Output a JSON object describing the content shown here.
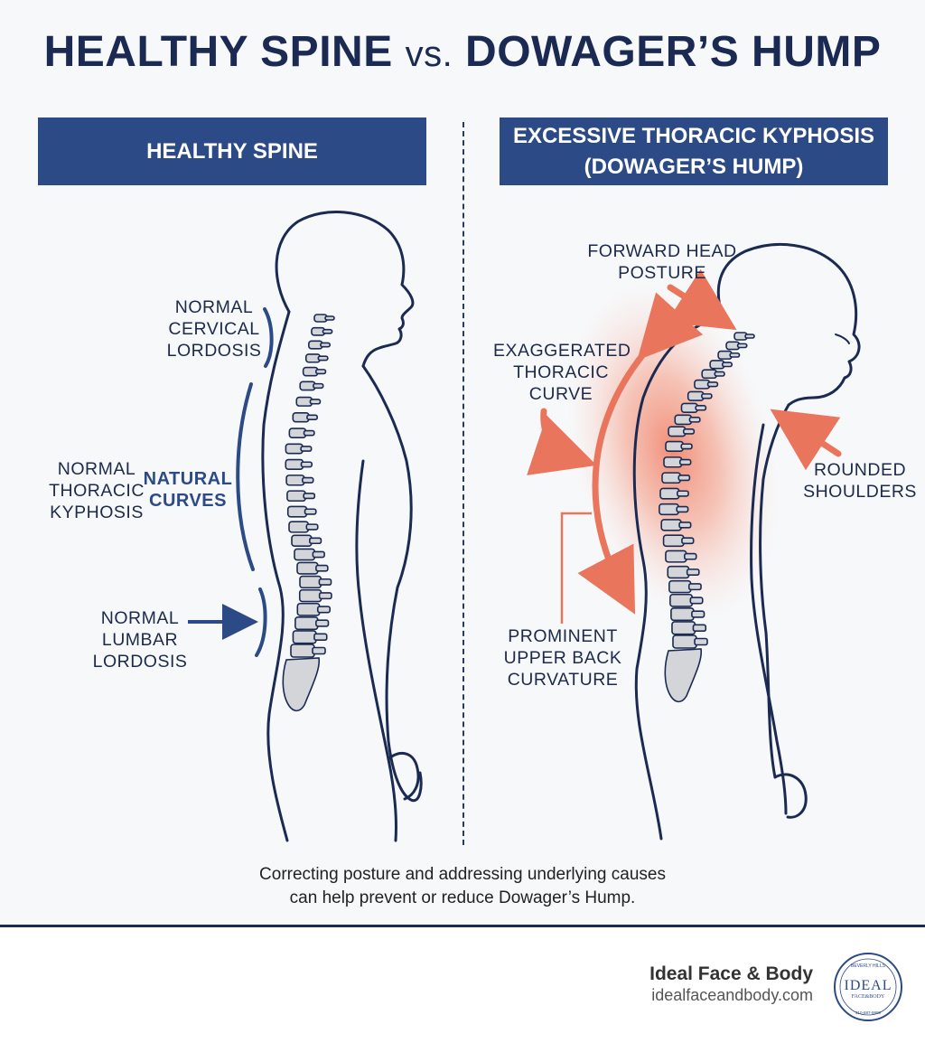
{
  "title": {
    "left": "HEALTHY SPINE",
    "vs": "vs.",
    "right": "DOWAGER’S HUMP"
  },
  "left_panel": {
    "heading": "HEALTHY SPINE",
    "labels": {
      "cervical": "NORMAL\nCERVICAL\nLORDOSIS",
      "thoracic": "NORMAL\nTHORACIC\nKYPHOSIS",
      "natural": "NATURAL\nCURVES",
      "lumbar": "NORMAL\nLUMBAR\nLORDOSIS"
    }
  },
  "right_panel": {
    "heading": "EXCESSIVE THORACIC KYPHOSIS\n(DOWAGER’S HUMP)",
    "labels": {
      "forward_head": "FORWARD HEAD\nPOSTURE",
      "exaggerated": "EXAGGERATED\nTHORACIC\nCURVE",
      "rounded": "ROUNDED\nSHOULDERS",
      "prominent": "PROMINENT\nUPPER BACK\nCURVATURE"
    }
  },
  "caption": "Correcting posture and addressing underlying causes\ncan help prevent or reduce Dowager’s Hump.",
  "footer": {
    "brand_name": "Ideal Face & Body",
    "brand_url": "idealfaceandbody.com",
    "logo": {
      "top": "BEVERLY HILLS",
      "main": "IDEAL",
      "sub": "FACE&BODY",
      "bottom": "310-887-9999"
    }
  },
  "colors": {
    "navy": "#2c4a86",
    "accent": "#e9765c",
    "dark": "#1b2a52"
  }
}
